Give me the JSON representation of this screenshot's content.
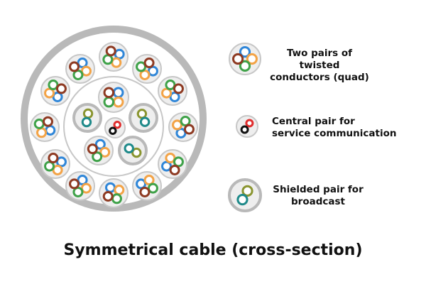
{
  "caption": "Symmetrical cable (cross-section)",
  "legend": [
    {
      "key": "quad",
      "line1": "Two pairs of twisted",
      "line2": "conductors (quad)"
    },
    {
      "key": "service",
      "line1": "Central pair for",
      "line2": "service communication"
    },
    {
      "key": "shielded",
      "line1": "Shielded pair for",
      "line2": "broadcast"
    }
  ],
  "colors": {
    "sheath": "#b9b9b9",
    "quad_fill": "#eeeeee",
    "quad_border": "#c7c7c7",
    "conductor_core": "#ffffff",
    "blue": "#2f86d8",
    "orange": "#f3a346",
    "green": "#3fa249",
    "brown": "#8e3a22",
    "red": "#e02d2d",
    "black": "#111111",
    "olive": "#8a9530",
    "teal": "#1f8a8a"
  },
  "quad_pattern": [
    "blue",
    "orange",
    "green",
    "brown"
  ]
}
